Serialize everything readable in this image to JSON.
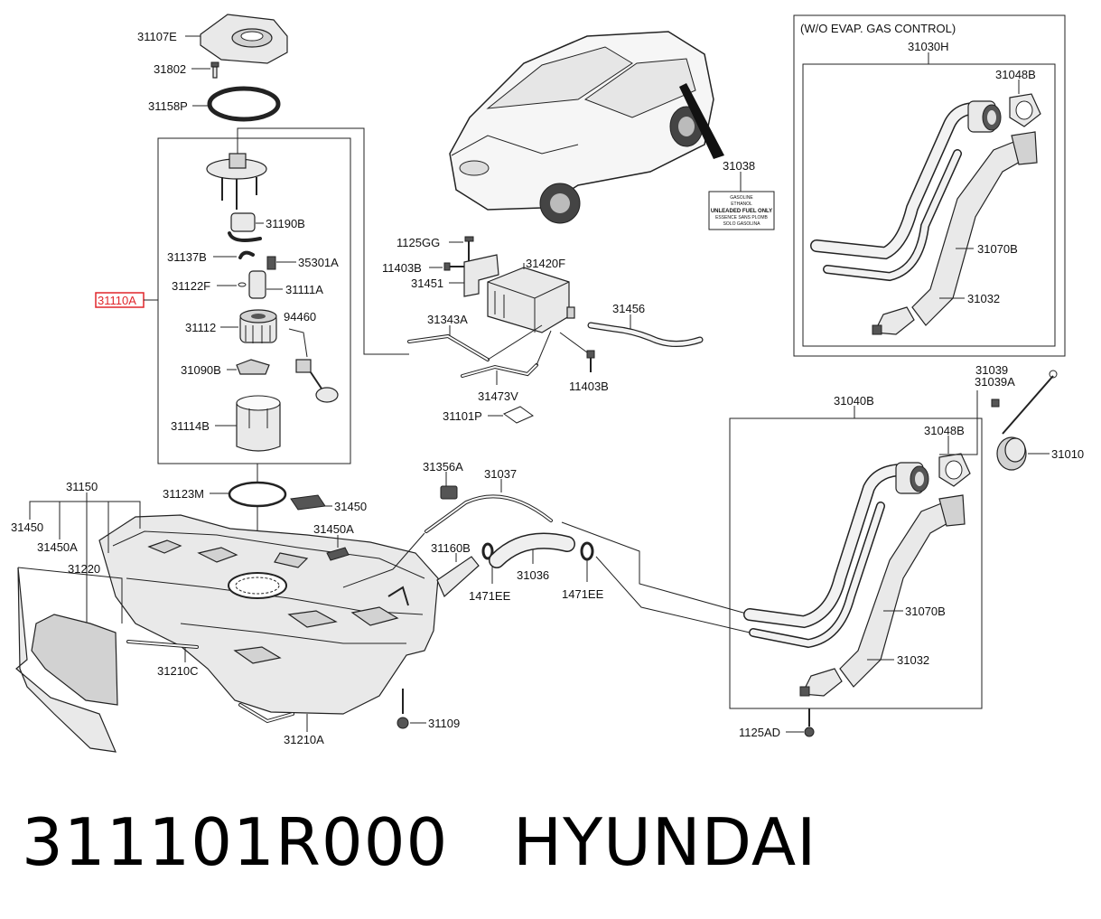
{
  "labels": {
    "p31107E": "31107E",
    "p31802": "31802",
    "p31158P": "31158P",
    "p31190B": "31190B",
    "p31137B": "31137B",
    "p35301A": "35301A",
    "p31122F": "31122F",
    "p31111A": "31111A",
    "p31110A": "31110A",
    "p31112": "31112",
    "p94460": "94460",
    "p31090B": "31090B",
    "p31114B": "31114B",
    "p31123M": "31123M",
    "p31450a": "31450",
    "p31450A_right": "31450A",
    "p31150": "31150",
    "p31450_left": "31450",
    "p31450A_left": "31450A",
    "p31220": "31220",
    "p31210C": "31210C",
    "p31210A": "31210A",
    "p31109": "31109",
    "p1125GG": "1125GG",
    "p11403B_top": "11403B",
    "p31451": "31451",
    "p31420F": "31420F",
    "p31343A": "31343A",
    "p31456": "31456",
    "p31473V": "31473V",
    "p11403B_bot": "11403B",
    "p31101P": "31101P",
    "p31038": "31038",
    "p31356A": "31356A",
    "p31037": "31037",
    "p31160B": "31160B",
    "p1471EE_left": "1471EE",
    "p31036": "31036",
    "p1471EE_right": "1471EE",
    "p31040B": "31040B",
    "p31039": "31039",
    "p31039A": "31039A",
    "p31048B_low": "31048B",
    "p31010": "31010",
    "p31070B_low": "31070B",
    "p31032_low": "31032",
    "p1125AD": "1125AD",
    "box_title": "(W/O EVAP. GAS CONTROL)",
    "p31030H": "31030H",
    "p31048B_up": "31048B",
    "p31070B_up": "31070B",
    "p31032_up": "31032"
  },
  "fuel_label_lines": [
    "GASOLINE",
    "ETHANOL",
    "UNLEADED FUEL ONLY",
    "ESSENCE SANS PLOMB",
    "SOLO GASOLINA"
  ],
  "footer": {
    "part_number": "311101R000",
    "brand": "HYUNDAI"
  },
  "colors": {
    "highlight": "#e0262b",
    "ink": "#222222"
  }
}
